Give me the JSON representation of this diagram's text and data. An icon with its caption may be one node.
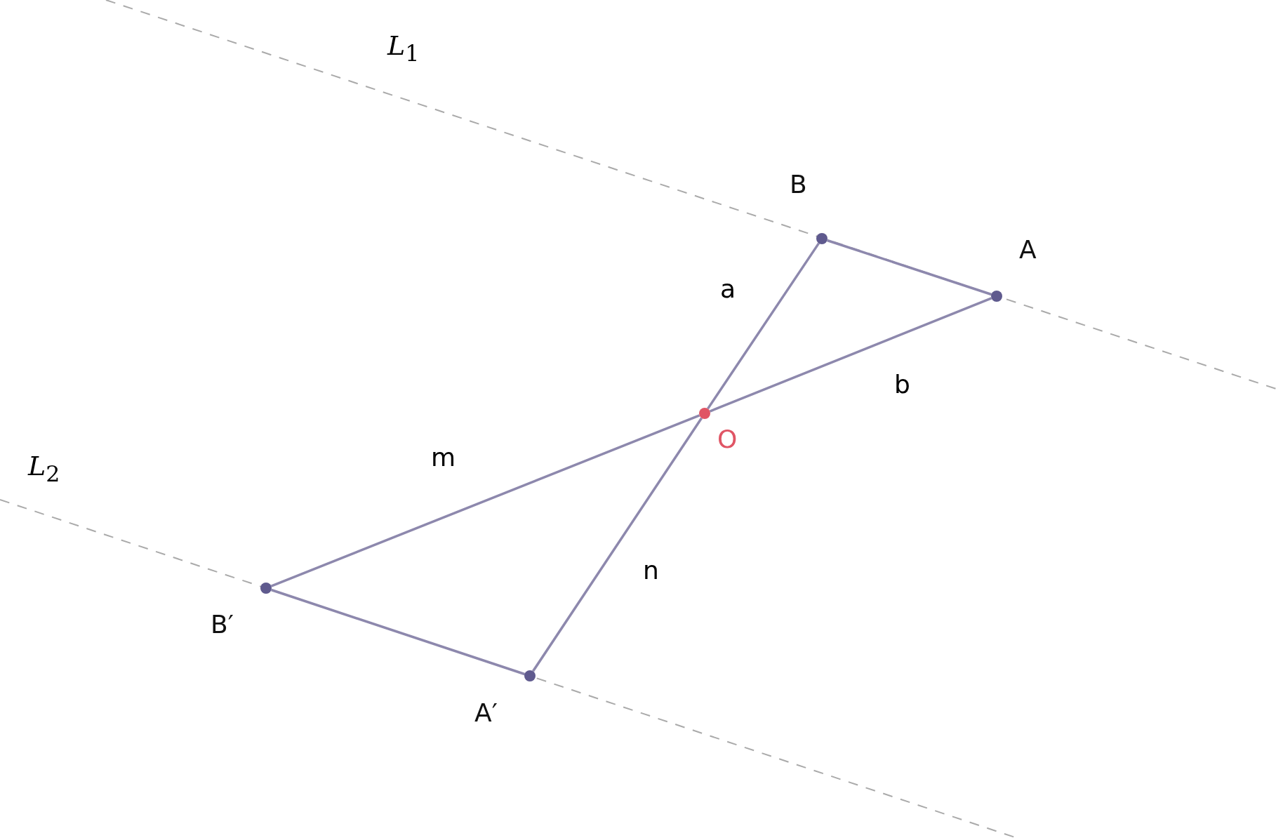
{
  "diagram": {
    "nodes": [
      {
        "text": [
          "B"
        ]
      },
      {
        "text": [
          "A"
        ]
      },
      {
        "text": [
          "O"
        ]
      },
      {
        "text": [
          "B′"
        ]
      },
      {
        "text": [
          "A′"
        ]
      }
    ],
    "edges": [
      {
        "from": 0,
        "to": 2,
        "arrow": "none",
        "label": "a"
      },
      {
        "from": 2,
        "to": 1,
        "arrow": "none",
        "label": "b"
      },
      {
        "from": 2,
        "to": 3,
        "arrow": "none",
        "label": "m"
      },
      {
        "from": 2,
        "to": 4,
        "arrow": "none",
        "label": "n"
      },
      {
        "from": 0,
        "to": 1,
        "arrow": "none"
      },
      {
        "from": 3,
        "to": 4,
        "arrow": "none"
      }
    ],
    "labels": [
      "*L*$_{1}$",
      "*L*$_{2}$"
    ]
  }
}
